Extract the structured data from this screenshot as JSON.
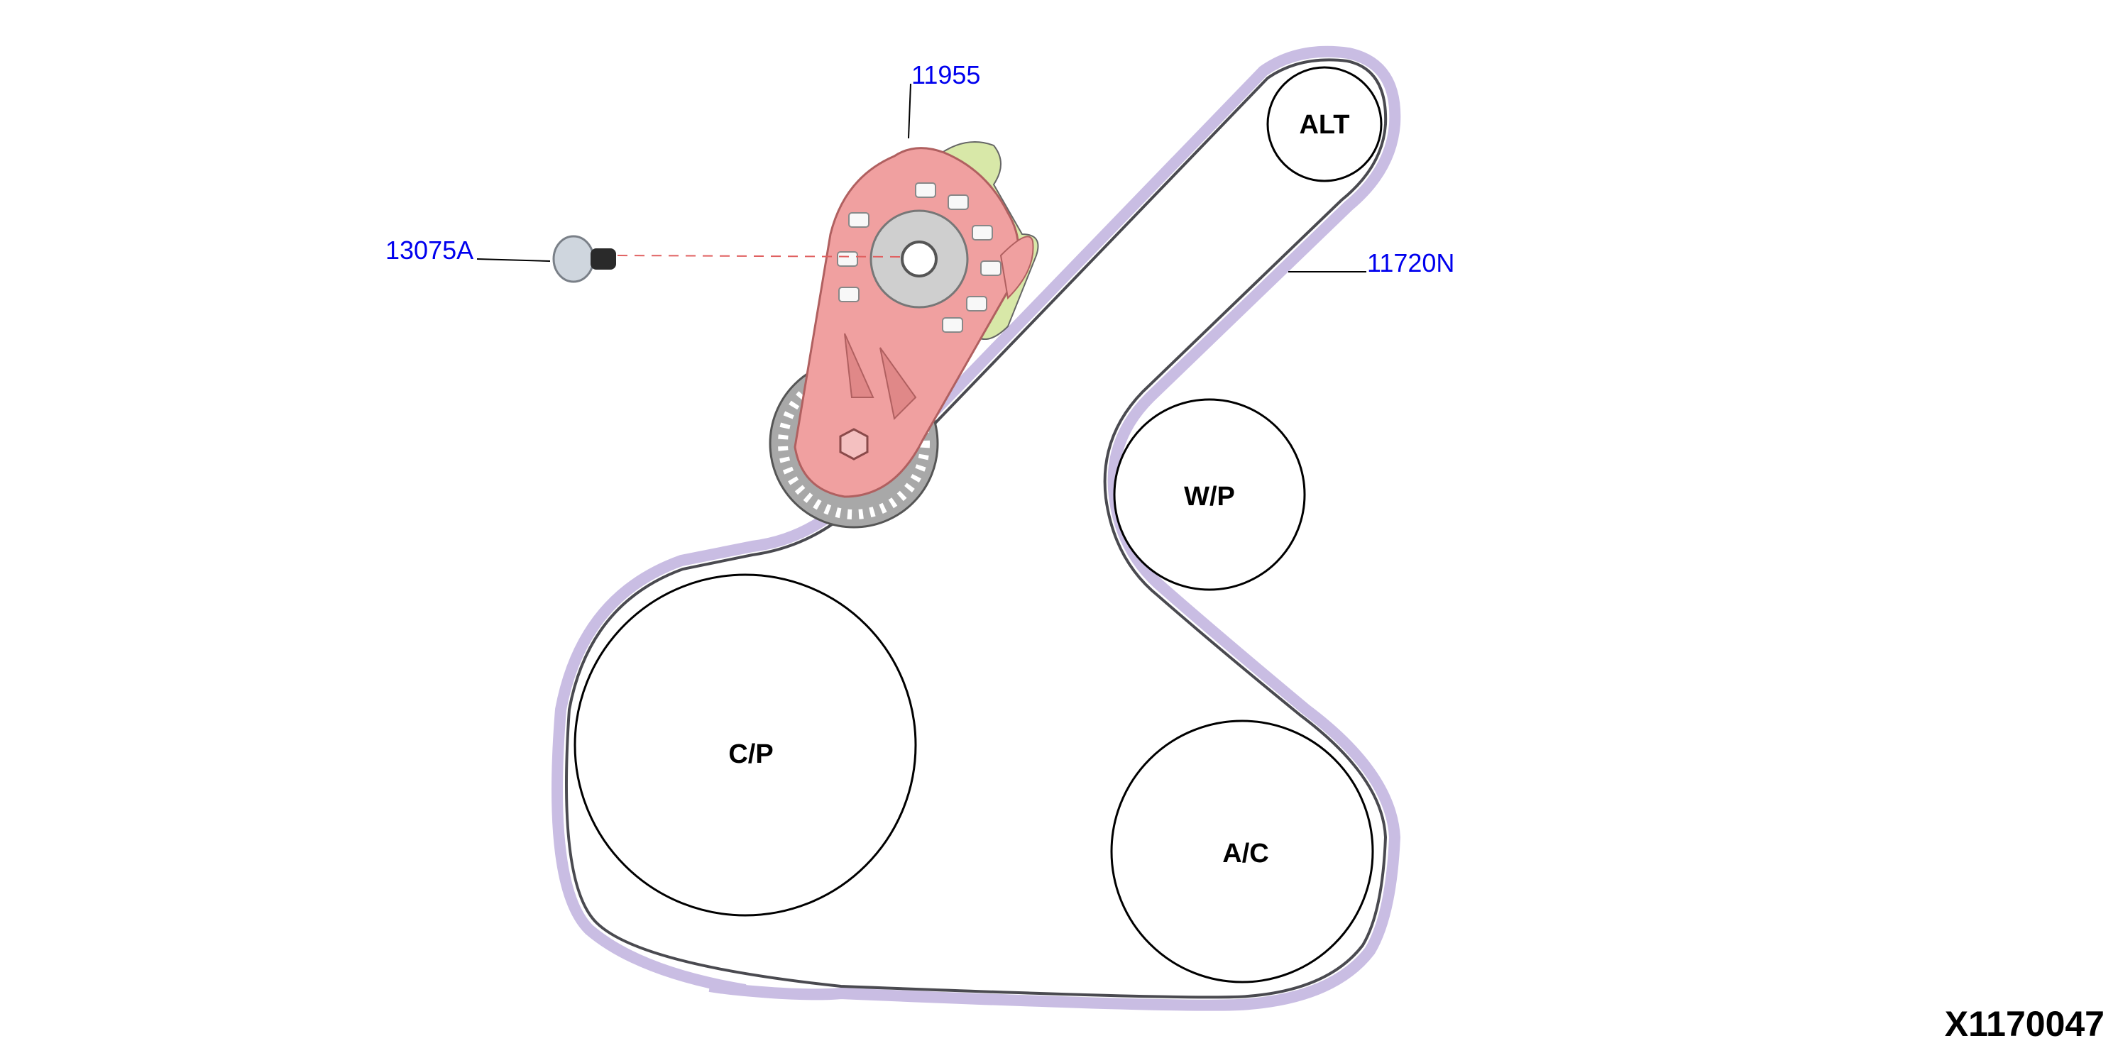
{
  "diagram": {
    "pulleys": {
      "alt": "ALT",
      "wp": "W/P",
      "cp": "C/P",
      "ac": "A/C"
    },
    "callouts": {
      "tensioner": "11955",
      "bolt": "13075A",
      "belt": "11720N"
    },
    "figure_id": "X1170047",
    "colors": {
      "belt": "#c9bde3",
      "belt_edge": "#5a5a60",
      "tensioner": "#f0a0a0",
      "tensioner_mount": "#d8e8a8",
      "callout_text": "#0000ee",
      "leader_dash": "#e06060"
    }
  }
}
